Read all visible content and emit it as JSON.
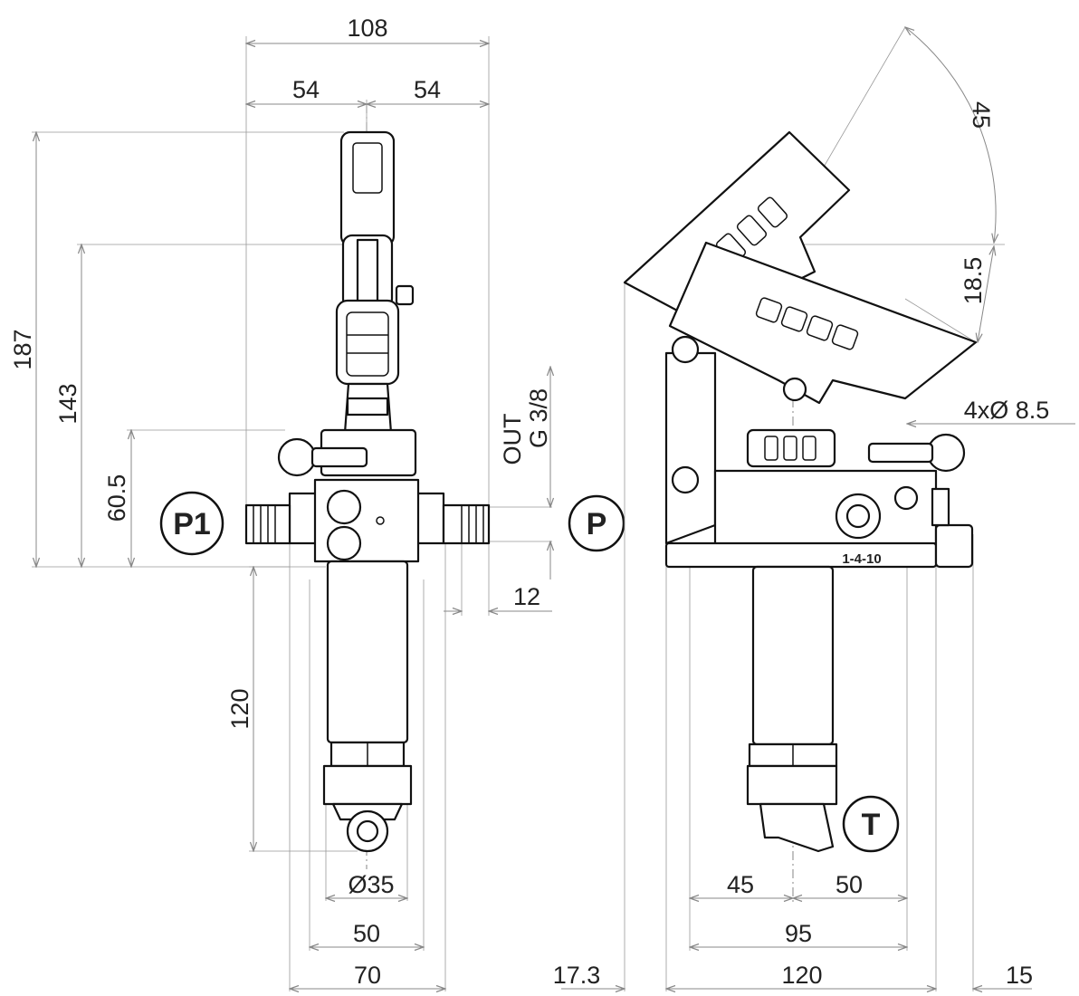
{
  "front_view": {
    "width_total": "108",
    "width_left": "54",
    "width_right": "54",
    "height_total": "187",
    "height_handle": "143",
    "height_port": "60.5",
    "cylinder_length": "120",
    "cylinder_diameter": "Ø35",
    "base_width": "50",
    "body_width": "70",
    "port_offset": "12",
    "out_label": "OUT",
    "thread_label": "G 3/8",
    "port_p1": "P1",
    "port_p": "P"
  },
  "side_view": {
    "swing_angle": "45",
    "swing_height": "18.5",
    "mounting_holes": "4xØ 8.5",
    "offset_left": "17.3",
    "width_total": "120",
    "width_flange": "15",
    "hole_spacing_total": "95",
    "hole_spacing_left": "45",
    "hole_spacing_right": "50",
    "model_marking": "1-4-10",
    "port_t": "T"
  }
}
